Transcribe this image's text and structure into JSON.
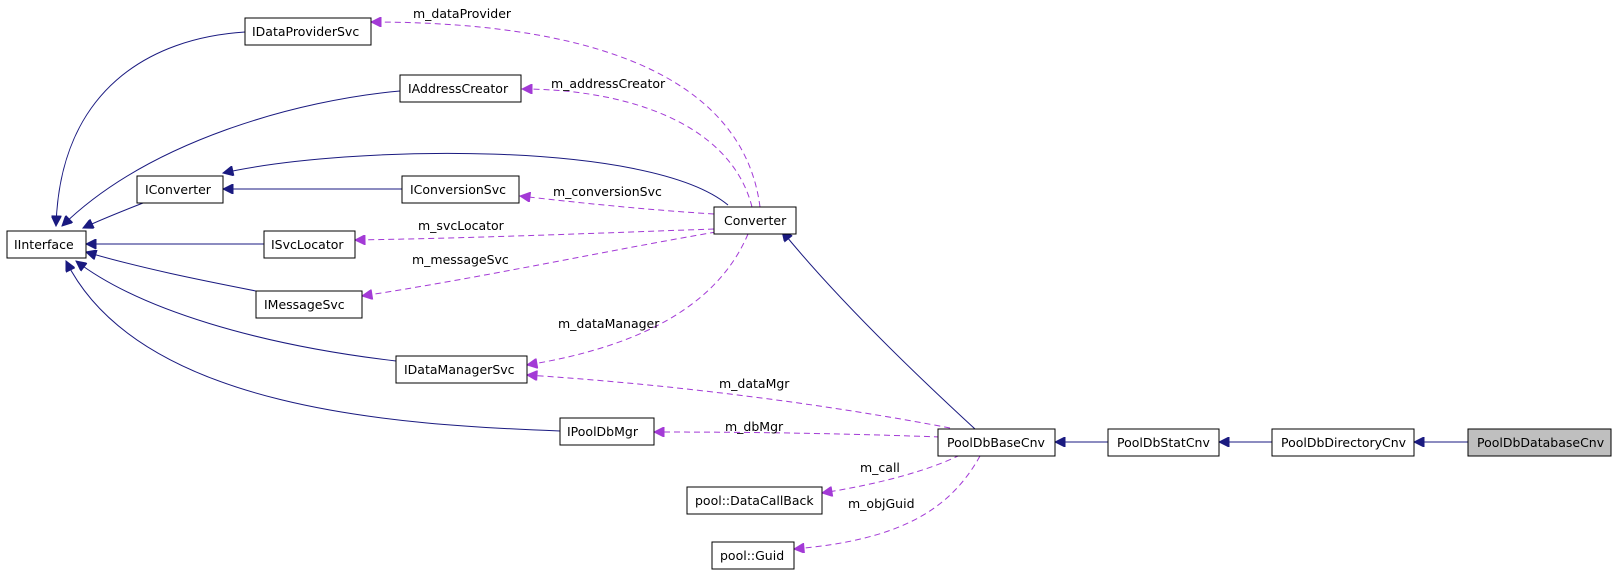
{
  "diagram": {
    "colors": {
      "inheritance": "#1a1a80",
      "usage": "#a33ad6",
      "highlight": "#bfbfbf"
    },
    "nodes": {
      "IInterface": "IInterface",
      "IDataProviderSvc": "IDataProviderSvc",
      "IAddressCreator": "IAddressCreator",
      "IConverter": "IConverter",
      "IConversionSvc": "IConversionSvc",
      "ISvcLocator": "ISvcLocator",
      "IMessageSvc": "IMessageSvc",
      "IDataManagerSvc": "IDataManagerSvc",
      "IPoolDbMgr": "IPoolDbMgr",
      "Converter": "Converter",
      "PoolDbBaseCnv": "PoolDbBaseCnv",
      "PoolDbStatCnv": "PoolDbStatCnv",
      "PoolDbDirectoryCnv": "PoolDbDirectoryCnv",
      "PoolDbDatabaseCnv": "PoolDbDatabaseCnv",
      "DataCallBack": "pool::DataCallBack",
      "Guid": "pool::Guid"
    },
    "edge_labels": {
      "m_dataProvider": "m_dataProvider",
      "m_addressCreator": "m_addressCreator",
      "m_conversionSvc": "m_conversionSvc",
      "m_svcLocator": "m_svcLocator",
      "m_messageSvc": "m_messageSvc",
      "m_dataManager": "m_dataManager",
      "m_dataMgr": "m_dataMgr",
      "m_dbMgr": "m_dbMgr",
      "m_call": "m_call",
      "m_objGuid": "m_objGuid"
    },
    "inheritance_edges": [
      {
        "from": "IDataProviderSvc",
        "to": "IInterface"
      },
      {
        "from": "IAddressCreator",
        "to": "IInterface"
      },
      {
        "from": "IConverter",
        "to": "IInterface"
      },
      {
        "from": "ISvcLocator",
        "to": "IInterface"
      },
      {
        "from": "IMessageSvc",
        "to": "IInterface"
      },
      {
        "from": "IDataManagerSvc",
        "to": "IInterface"
      },
      {
        "from": "IPoolDbMgr",
        "to": "IInterface"
      },
      {
        "from": "IConversionSvc",
        "to": "IConverter"
      },
      {
        "from": "Converter",
        "to": "IConverter"
      },
      {
        "from": "PoolDbBaseCnv",
        "to": "Converter"
      },
      {
        "from": "PoolDbStatCnv",
        "to": "PoolDbBaseCnv"
      },
      {
        "from": "PoolDbDirectoryCnv",
        "to": "PoolDbStatCnv"
      },
      {
        "from": "PoolDbDatabaseCnv",
        "to": "PoolDbDirectoryCnv"
      }
    ],
    "usage_edges": [
      {
        "from": "Converter",
        "to": "IDataProviderSvc",
        "label": "m_dataProvider"
      },
      {
        "from": "Converter",
        "to": "IAddressCreator",
        "label": "m_addressCreator"
      },
      {
        "from": "Converter",
        "to": "IConversionSvc",
        "label": "m_conversionSvc"
      },
      {
        "from": "Converter",
        "to": "ISvcLocator",
        "label": "m_svcLocator"
      },
      {
        "from": "Converter",
        "to": "IMessageSvc",
        "label": "m_messageSvc"
      },
      {
        "from": "Converter",
        "to": "IDataManagerSvc",
        "label": "m_dataManager"
      },
      {
        "from": "PoolDbBaseCnv",
        "to": "IDataManagerSvc",
        "label": "m_dataMgr"
      },
      {
        "from": "PoolDbBaseCnv",
        "to": "IPoolDbMgr",
        "label": "m_dbMgr"
      },
      {
        "from": "PoolDbBaseCnv",
        "to": "pool::DataCallBack",
        "label": "m_call"
      },
      {
        "from": "PoolDbBaseCnv",
        "to": "pool::Guid",
        "label": "m_objGuid"
      }
    ]
  }
}
